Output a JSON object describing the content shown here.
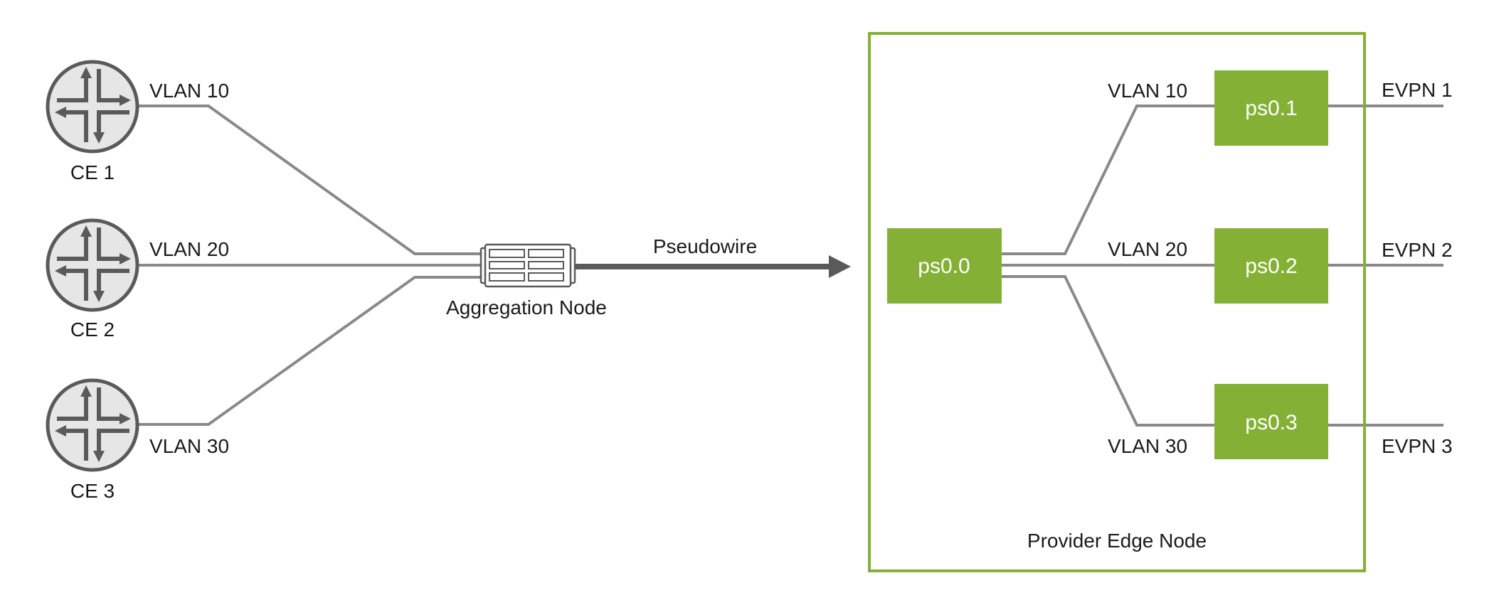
{
  "diagram": {
    "type": "network-topology",
    "colors": {
      "accent_green": "#84b135",
      "wire_gray": "#898989",
      "device_gray": "#5a5a5a",
      "device_fill": "#e6e6e6",
      "text": "#1a1a1a",
      "box_text": "#ffffff"
    },
    "customer_edges": [
      {
        "id": "ce1",
        "label": "CE 1",
        "vlan": "VLAN 10",
        "icon": "router-icon"
      },
      {
        "id": "ce2",
        "label": "CE 2",
        "vlan": "VLAN 20",
        "icon": "router-icon"
      },
      {
        "id": "ce3",
        "label": "CE 3",
        "vlan": "VLAN 30",
        "icon": "router-icon"
      }
    ],
    "aggregation_node": {
      "label": "Aggregation Node",
      "icon": "switch-icon"
    },
    "pseudowire": {
      "label": "Pseudowire",
      "direction": "to provider edge"
    },
    "provider_edge": {
      "label": "Provider Edge Node",
      "anchor": {
        "label": "ps0.0"
      },
      "services": [
        {
          "vlan": "VLAN 10",
          "interface": "ps0.1",
          "evpn": "EVPN 1"
        },
        {
          "vlan": "VLAN 20",
          "interface": "ps0.2",
          "evpn": "EVPN 2"
        },
        {
          "vlan": "VLAN 30",
          "interface": "ps0.3",
          "evpn": "EVPN 3"
        }
      ]
    }
  }
}
